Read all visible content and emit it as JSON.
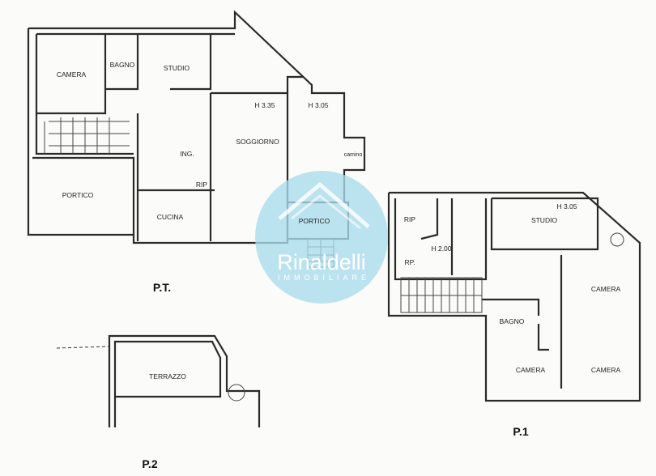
{
  "ground_floor": {
    "title": "P.T.",
    "rooms": [
      "CAMERA",
      "BAGNO",
      "STUDIO",
      "SOGGIORNO",
      "ING.",
      "RIP",
      "CUCINA",
      "PORTICO",
      "PORTICO",
      "camino"
    ],
    "heights": [
      "H 3.35",
      "H 3.05"
    ]
  },
  "first_floor": {
    "title": "P.1",
    "rooms": [
      "RIP",
      "RP.",
      "STUDIO",
      "CAMERA",
      "BAGNO",
      "CAMERA",
      "CAMERA"
    ],
    "heights": [
      "H 2.00",
      "H 3.05"
    ]
  },
  "second_floor": {
    "title": "P.2",
    "rooms": [
      "TERRAZZO"
    ]
  },
  "watermark": {
    "brand": "Rinaldelli",
    "subtitle": "IMMOBILIARE",
    "color": "#a9dcec"
  }
}
